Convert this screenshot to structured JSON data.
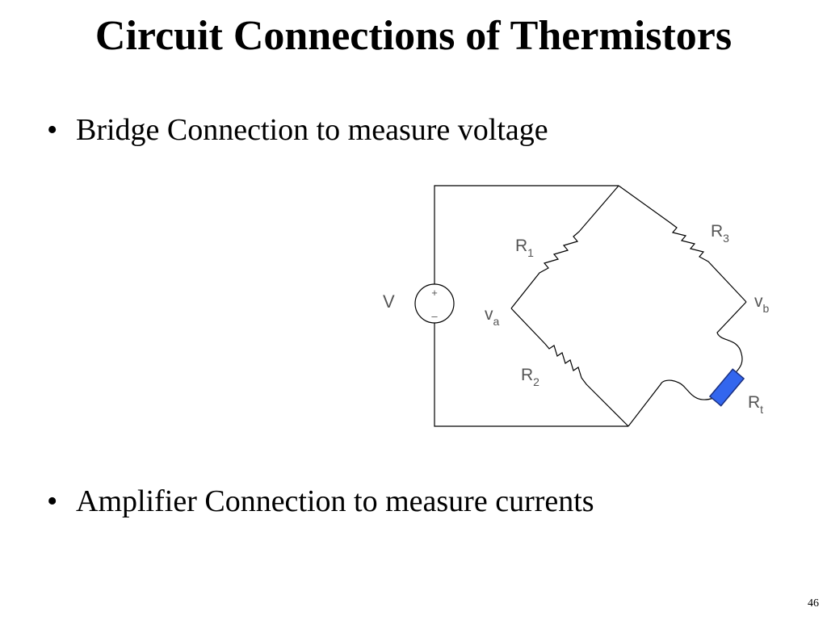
{
  "slide": {
    "title": "Circuit Connections of Thermistors",
    "bullets": [
      {
        "marker": "•",
        "text": "Bridge Connection to measure voltage"
      },
      {
        "marker": "•",
        "text": "Amplifier Connection to measure currents"
      }
    ],
    "page_number": "46"
  },
  "circuit": {
    "source_label": "V",
    "source_plus": "+",
    "source_minus": "–",
    "node_a_main": "v",
    "node_a_sub": "a",
    "node_b_main": "v",
    "node_b_sub": "b",
    "r1_main": "R",
    "r1_sub": "1",
    "r2_main": "R",
    "r2_sub": "2",
    "r3_main": "R",
    "r3_sub": "3",
    "rt_main": "R",
    "rt_sub": "t",
    "colors": {
      "wire": "#000000",
      "label": "#555555",
      "thermistor_fill": "#3366ee",
      "thermistor_stroke": "#1a2f80"
    }
  }
}
